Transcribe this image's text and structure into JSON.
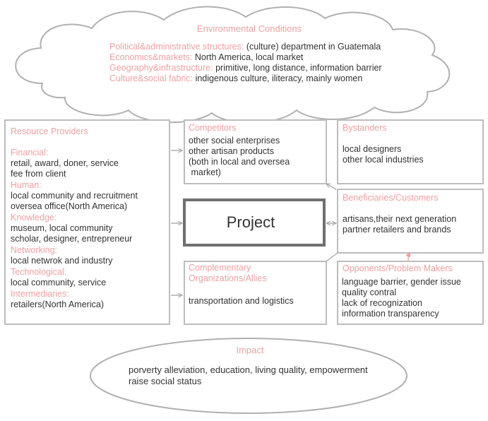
{
  "environment": {
    "title": "Environmental Conditions",
    "rows": [
      {
        "label": "Political&administrative structures:",
        "value": " (culture) department in Guatemala"
      },
      {
        "label": "Economics&markets:",
        "value": " North America, local market"
      },
      {
        "label": "Geography&infrastructure:",
        "value": " primitive, long distance, information barrier"
      },
      {
        "label": "Culture&social fabric:",
        "value": " indigenous culture, iliteracy, mainly women"
      }
    ]
  },
  "resource_providers": {
    "title": "Resource Providers",
    "sections": [
      {
        "label": "Financial:",
        "lines": [
          "retail, award, doner, service",
          "fee from client"
        ]
      },
      {
        "label": "Human:",
        "lines": [
          "local community and recruitment",
          "oversea office(North America)"
        ]
      },
      {
        "label": "Knowledge:",
        "lines": [
          "museum, local community",
          "scholar, designer, entrepreneur"
        ]
      },
      {
        "label": "Networking:",
        "lines": [
          "local netwrok and industry"
        ]
      },
      {
        "label": "Technological:",
        "lines": [
          "local community, service"
        ]
      },
      {
        "label": "Intermediaries:",
        "lines": [
          "retailers(North America)"
        ]
      }
    ]
  },
  "competitors": {
    "title": "Competitors",
    "lines": [
      "other social enterprises",
      "other artisan products",
      "(both in local and oversea",
      " market)"
    ]
  },
  "bystanders": {
    "title": "Bystanders",
    "lines": [
      "local designers",
      "other local industries"
    ]
  },
  "project": {
    "label": "Project"
  },
  "beneficiaries": {
    "title": "Beneficiaries/Customers",
    "lines": [
      "artisans,their next generation",
      "partner retailers and brands"
    ]
  },
  "complementary": {
    "title_lines": [
      "Complementary",
      "Organizations/Allies"
    ],
    "lines": [
      "transportation and logistics"
    ]
  },
  "opponents": {
    "title": "Opponents/Problem Makers",
    "lines": [
      "language barrier, gender issue",
      "quality contral",
      "lack of recognization",
      "information transparency"
    ]
  },
  "impact": {
    "title": "Impact",
    "lines": [
      "porverty alleviation, education, living quality, empowerment",
      "raise social status"
    ]
  },
  "colors": {
    "label": "#ef9f9f",
    "text": "#333333",
    "border": "#bdbdbd",
    "project_border": "#6f6f6f"
  }
}
